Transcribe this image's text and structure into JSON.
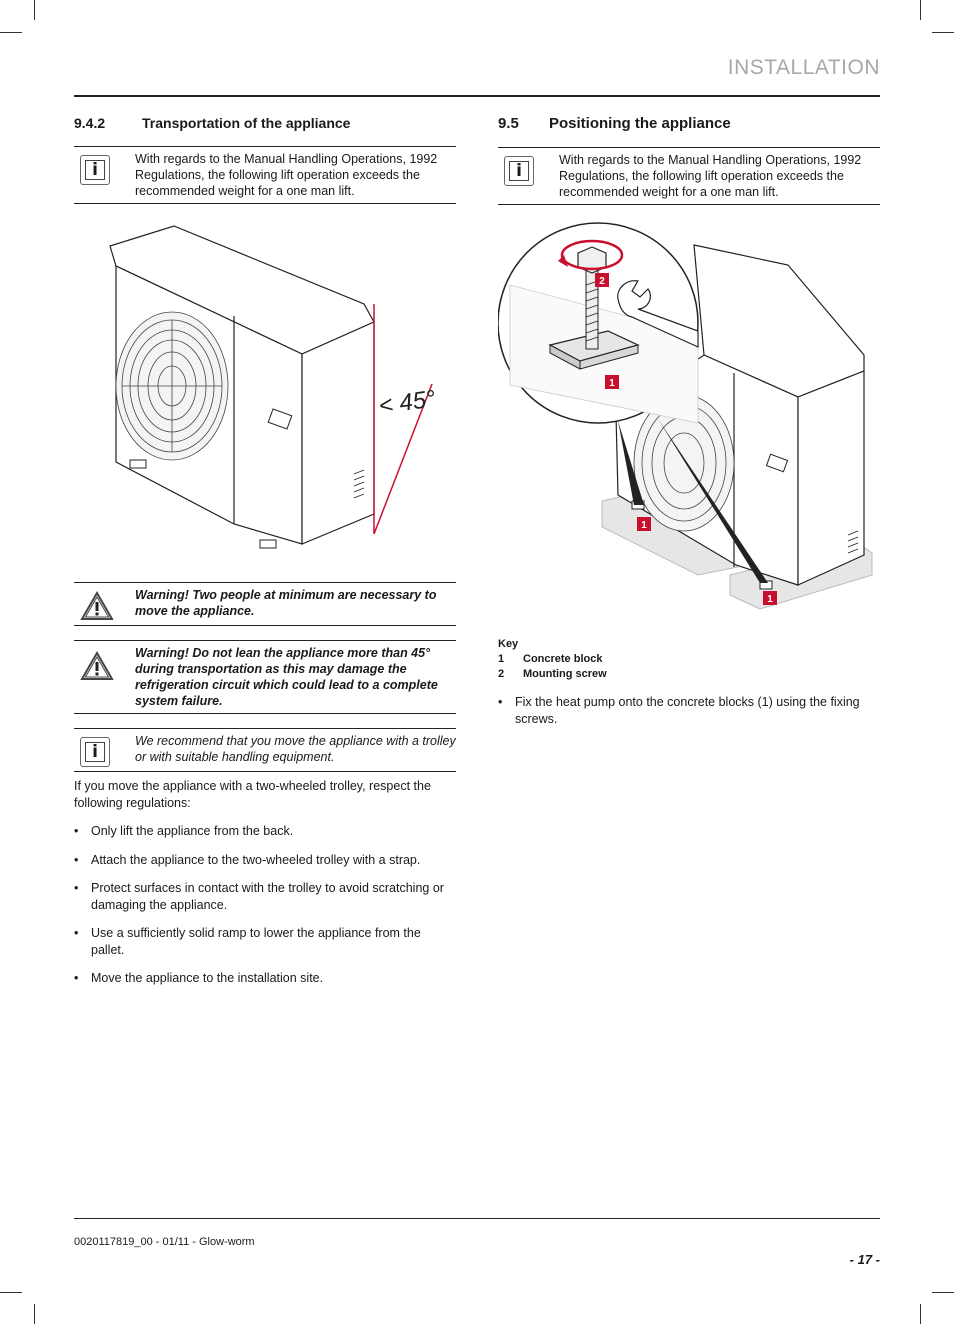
{
  "header": {
    "title": "INSTALLATION"
  },
  "left": {
    "section_number": "9.4.2",
    "section_title": "Transportation of the appliance",
    "info_note": "With regards to the Manual Handling Operations, 1992 Regulations, the following lift operation exceeds the recommended weight for a one man lift.",
    "angle_label": "< 45°",
    "warning_1": "Warning! Two people at minimum are necessary to move the appliance.",
    "warning_2": "Warning! Do not lean the appliance more than 45° during transportation as this may damage the refrigeration circuit which could lead to a complete system failure.",
    "info_note_2": "We recommend that you move the appliance with a trolley or with suitable handling equipment.",
    "intro": "If you move the appliance with a two-wheeled trolley, respect the following regulations:",
    "bullets": [
      "Only lift the appliance from the back.",
      "Attach the appliance to the two-wheeled trolley with a strap.",
      "Protect surfaces in contact with the trolley to avoid scratching or damaging the appliance.",
      "Use a sufficiently solid ramp to lower the appliance from the pallet.",
      "Move the appliance to the installation site."
    ]
  },
  "right": {
    "section_number": "9.5",
    "section_title": "Positioning the appliance",
    "info_note": "With regards to the Manual Handling Operations, 1992 Regulations, the following lift operation exceeds the recommended weight for a one man lift.",
    "callouts": {
      "c1": "1",
      "c2": "2"
    },
    "key_title": "Key",
    "key": [
      {
        "num": "1",
        "label": "Concrete block"
      },
      {
        "num": "2",
        "label": "Mounting screw"
      }
    ],
    "bullets": [
      "Fix the heat pump onto the concrete blocks (1) using the fixing screws."
    ]
  },
  "footer": {
    "doc": "0020117819_00 - 01/11 - Glow-worm",
    "page": "- 17 -"
  },
  "colors": {
    "callout_red": "#c8102e",
    "rule": "#222222",
    "header_grey": "#a8a8a8"
  }
}
